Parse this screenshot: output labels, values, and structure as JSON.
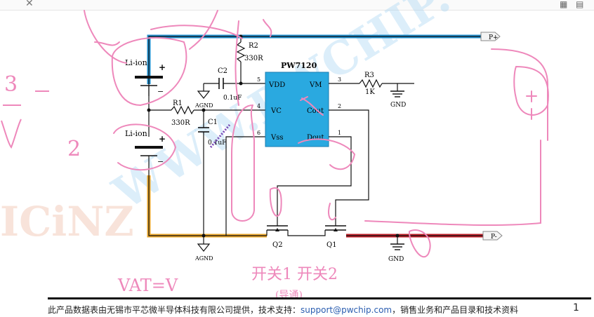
{
  "window": {
    "close_glyph": "✕",
    "icons": [
      "grid-icon",
      "document-icon"
    ]
  },
  "chip": {
    "name": "PW7120",
    "pins": {
      "vdd": "VDD",
      "vc": "VC",
      "vss": "Vss",
      "vm": "VM",
      "cout": "Cout",
      "dout": "Dout"
    },
    "pin_numbers": [
      "5",
      "4",
      "6",
      "3",
      "2",
      "1"
    ]
  },
  "components": {
    "r1": {
      "ref": "R1",
      "value": "330R"
    },
    "r2": {
      "ref": "R2",
      "value": "330R"
    },
    "r3": {
      "ref": "R3",
      "value": "1K"
    },
    "c1": {
      "ref": "C1",
      "value": "0.1uF"
    },
    "c2": {
      "ref": "C2",
      "value": "0.1uF"
    },
    "q1": "Q1",
    "q2": "Q2",
    "battery_top": "Li-ion",
    "battery_bottom": "Li-ion",
    "plus": "+",
    "minus": "−"
  },
  "nets": {
    "p_plus": "P+",
    "p_minus": "P-",
    "gnd": "GND",
    "agnd": "AGND"
  },
  "watermarks": {
    "brand": "ICiNZ",
    "url": "WWW.PWCHIP.CO"
  },
  "handwriting": {
    "left_digit": "3",
    "left_digit2": "2",
    "bottom_left": "VAT=V",
    "bottom_mid": "开关1 开关2",
    "bottom_mid2": "(导通)"
  },
  "footer": {
    "text": "此产品数据表由无锡市平芯微半导体科技有限公司提供，技术支持：",
    "email": "support@pwchip.com",
    "text2": "，销售业务和产品目录和技术资料",
    "page": "1"
  },
  "colors": {
    "chip": "#2aa9e0",
    "p_plus_wire": "#1f8fce",
    "p_minus_wire": "#c0202a",
    "gnd_wire": "#e8a52a",
    "ink": "#ee88bb"
  }
}
